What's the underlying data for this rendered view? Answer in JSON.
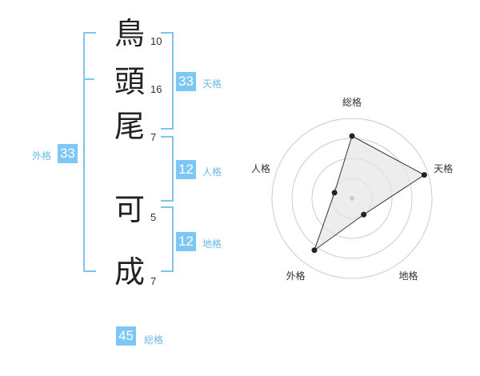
{
  "name_chars": [
    {
      "char": "鳥",
      "strokes": "10"
    },
    {
      "char": "頭",
      "strokes": "16"
    },
    {
      "char": "尾",
      "strokes": "7"
    },
    {
      "char": "可",
      "strokes": "5"
    },
    {
      "char": "成",
      "strokes": "7"
    }
  ],
  "kaku": {
    "tenkaku": {
      "value": "33",
      "label": "天格"
    },
    "jinkaku": {
      "value": "12",
      "label": "人格"
    },
    "chikaku": {
      "value": "12",
      "label": "地格"
    },
    "gaikaku": {
      "value": "33",
      "label": "外格"
    },
    "soukaku": {
      "value": "45",
      "label": "総格"
    }
  },
  "chart_data": {
    "type": "radar",
    "axes": [
      "総格",
      "天格",
      "地格",
      "外格",
      "人格"
    ],
    "values": [
      0.78,
      0.95,
      0.25,
      0.8,
      0.23
    ],
    "rings": 4,
    "colors": {
      "ring": "#cccccc",
      "fill": "#e6e6e6",
      "line": "#333333",
      "point": "#222222"
    }
  }
}
